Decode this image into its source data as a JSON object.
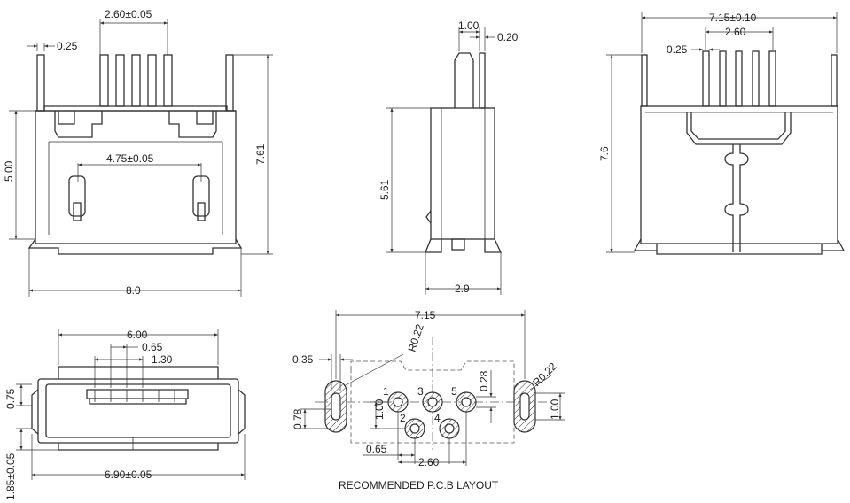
{
  "views": {
    "front": {
      "dims": {
        "top": "2.60±0.05",
        "pin": "0.25",
        "inner": "4.75±0.05",
        "height": "5.00",
        "overall": "7.61",
        "width": "8.0"
      }
    },
    "side": {
      "dims": {
        "top": "1.00",
        "pin": "0.20",
        "height": "5.61",
        "width": "2.9"
      }
    },
    "rear": {
      "dims": {
        "overall": "7.15±0.10",
        "pitch": "2.60",
        "pin": "0.25",
        "height": "7.6"
      }
    },
    "bottom": {
      "dims": {
        "outer": "6.00",
        "pin": "0.65",
        "pitch": "1.30",
        "h1": "0.75",
        "h2": "1.85±0.05",
        "width": "6.90±0.05"
      }
    },
    "pcb": {
      "title": "RECOMMENDED P.C.B LAYOUT",
      "dims": {
        "overall": "7.15",
        "slot": "0.35",
        "radius_left": "R0.22",
        "radius_right": "R0.22",
        "pad": "0.28",
        "slot_h": "0.78",
        "row": "1.00",
        "row_right": "1.00",
        "offset": "0.65",
        "pitch": "2.60"
      },
      "pins": [
        "1",
        "2",
        "3",
        "4",
        "5"
      ]
    }
  }
}
